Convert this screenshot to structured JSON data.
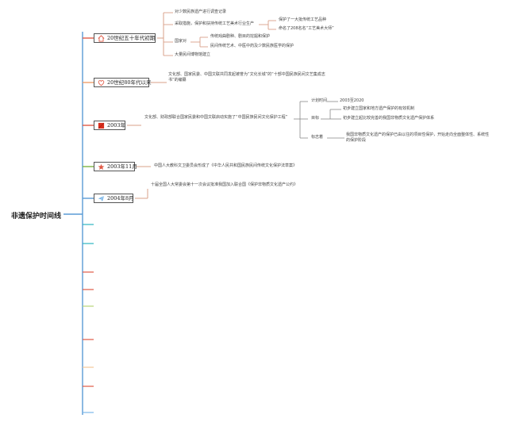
{
  "root": {
    "title": "非遗保护时间线"
  },
  "eras": [
    {
      "label": "20世纪五十年代初期",
      "icon": "house-icon",
      "branches": [
        {
          "text": "对少数民族遗产进行调查记录"
        },
        {
          "text": "采取措施，保护和扶持传统工艺美术行业生产",
          "children": [
            "保护了一大批传统工艺品种",
            "命名了208名名“工艺美术大师”"
          ]
        },
        {
          "text": "国家对",
          "children": [
            "传统戏曲剧种、剧目的挖掘和保护",
            "民间传统艺术、中医中药及少数民族医学的保护"
          ]
        },
        {
          "text": "大量民间博物馆建立"
        }
      ]
    },
    {
      "label": "20世纪80年代以来",
      "icon": "heart-icon",
      "branches": [
        {
          "text": "文化部、国家民委、中国文联共同发起被誉为“文化长城”的“十部中国民族民间文艺集成志书”的编纂"
        }
      ]
    },
    {
      "label": "2003年",
      "icon": "flag-icon",
      "branches": [
        {
          "text": "文化部、财政部联合国家民委和中国文联启动实施了“中国民族民间文化保护工程”",
          "groups": [
            {
              "label": "计划时间",
              "items": [
                "2003至2020"
              ]
            },
            {
              "label": "目标",
              "items": [
                "初步建立国家和地方遗产保护的有效机制",
                "初步建立起比较完善的我国非物质文化遗产保护体系"
              ]
            },
            {
              "label": "标志着",
              "items": [
                "我国非物质文化遗产的保护已由以往的项目性保护，开始走向全面整体性、系统性的保护阶段"
              ]
            }
          ]
        }
      ]
    },
    {
      "label": "2003年11月",
      "icon": "star-icon",
      "branches": [
        {
          "text": "中国人大教科文卫委员会形成了《中华人民共和国民族民间传统文化保护法草案》"
        }
      ]
    },
    {
      "label": "2004年8月",
      "icon": "paper-plane-icon",
      "branches": [
        {
          "text": "十届全国人大常委会第十一次会议批准我国加入联合国《保护非物质文化遗产公约》"
        }
      ]
    }
  ],
  "empty_branch_colors": [
    "#2bb3c0",
    "#2bb3c0",
    "#e05a46",
    "#e05a46",
    "#b8d67a",
    "#e05a46",
    "#f2c79a",
    "#e05a46",
    "#7ab6e8"
  ],
  "colors": {
    "trunk": "#5a9bd5",
    "era1": "#e05a46",
    "era2": "#f0a06a",
    "era3": "#e05a46",
    "era4": "#7cb342",
    "era5": "#5a9bd5",
    "subline": "#d8a08a",
    "subline_gray": "#888888"
  }
}
